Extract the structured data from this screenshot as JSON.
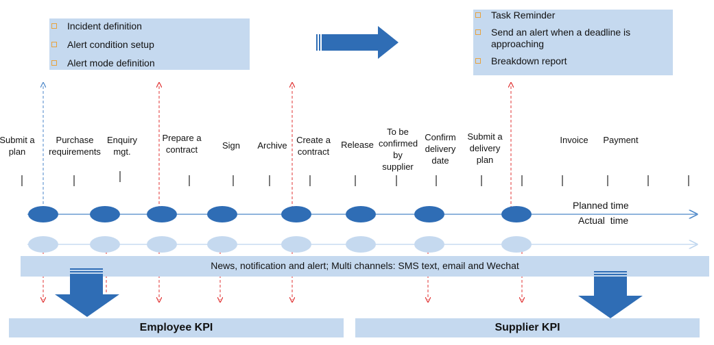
{
  "top_left_box": {
    "items": [
      "Incident definition",
      "Alert condition setup",
      "Alert mode definition"
    ]
  },
  "top_right_box": {
    "items": [
      "Task Reminder",
      "Send an alert when a deadline is approaching",
      "Breakdown report"
    ]
  },
  "steps": [
    {
      "label": "Submit a plan"
    },
    {
      "label": "Purchase requirements"
    },
    {
      "label": "Enquiry mgt."
    },
    {
      "label": "Prepare a contract"
    },
    {
      "label": "Sign"
    },
    {
      "label": "Archive"
    },
    {
      "label": "Create a contract"
    },
    {
      "label": "Release"
    },
    {
      "label": "To be confirmed by supplier"
    },
    {
      "label": "Confirm delivery date"
    },
    {
      "label": "Submit a delivery plan"
    },
    {
      "label": "Invoice"
    },
    {
      "label": "Payment"
    }
  ],
  "timeline": {
    "planned_label": "Planned time",
    "actual_label": "Actual  time"
  },
  "notification_band": "News, notification and alert; Multi channels: SMS text, email and Wechat",
  "kpi": {
    "employee": "Employee KPI",
    "supplier": "Supplier KPI"
  },
  "colors": {
    "box_fill": "#c5d9ef",
    "arrow_blue": "#2f6db5",
    "planned_node": "#2f6db5",
    "actual_node": "#c5d9ef",
    "alert_red": "#e03030",
    "bullet_orange": "#e8a13a"
  }
}
